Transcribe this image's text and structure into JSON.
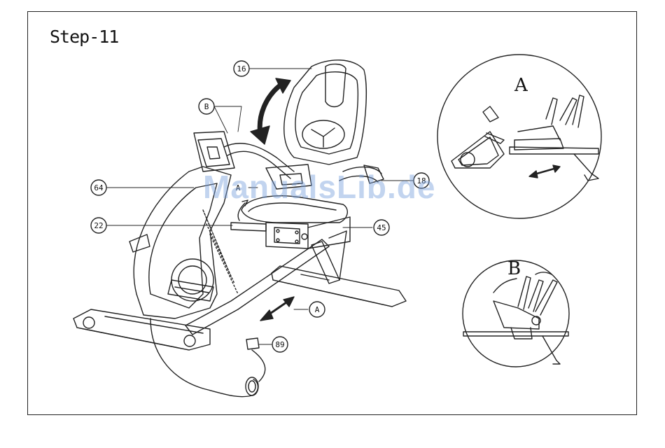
{
  "title": "Step-11",
  "watermark": "ManualsLib.de",
  "callouts": {
    "c16": "16",
    "cB": "B",
    "c64": "64",
    "c22": "22",
    "c45": "45",
    "cA": "A",
    "c89": "89",
    "c18": "18",
    "inlineA": "A"
  },
  "details": {
    "a_label": "A",
    "b_label": "B"
  },
  "colors": {
    "line": "#222222",
    "watermark": "#78a0dc"
  },
  "icons": [
    "curved-arrow-icon",
    "double-arrow-icon"
  ]
}
